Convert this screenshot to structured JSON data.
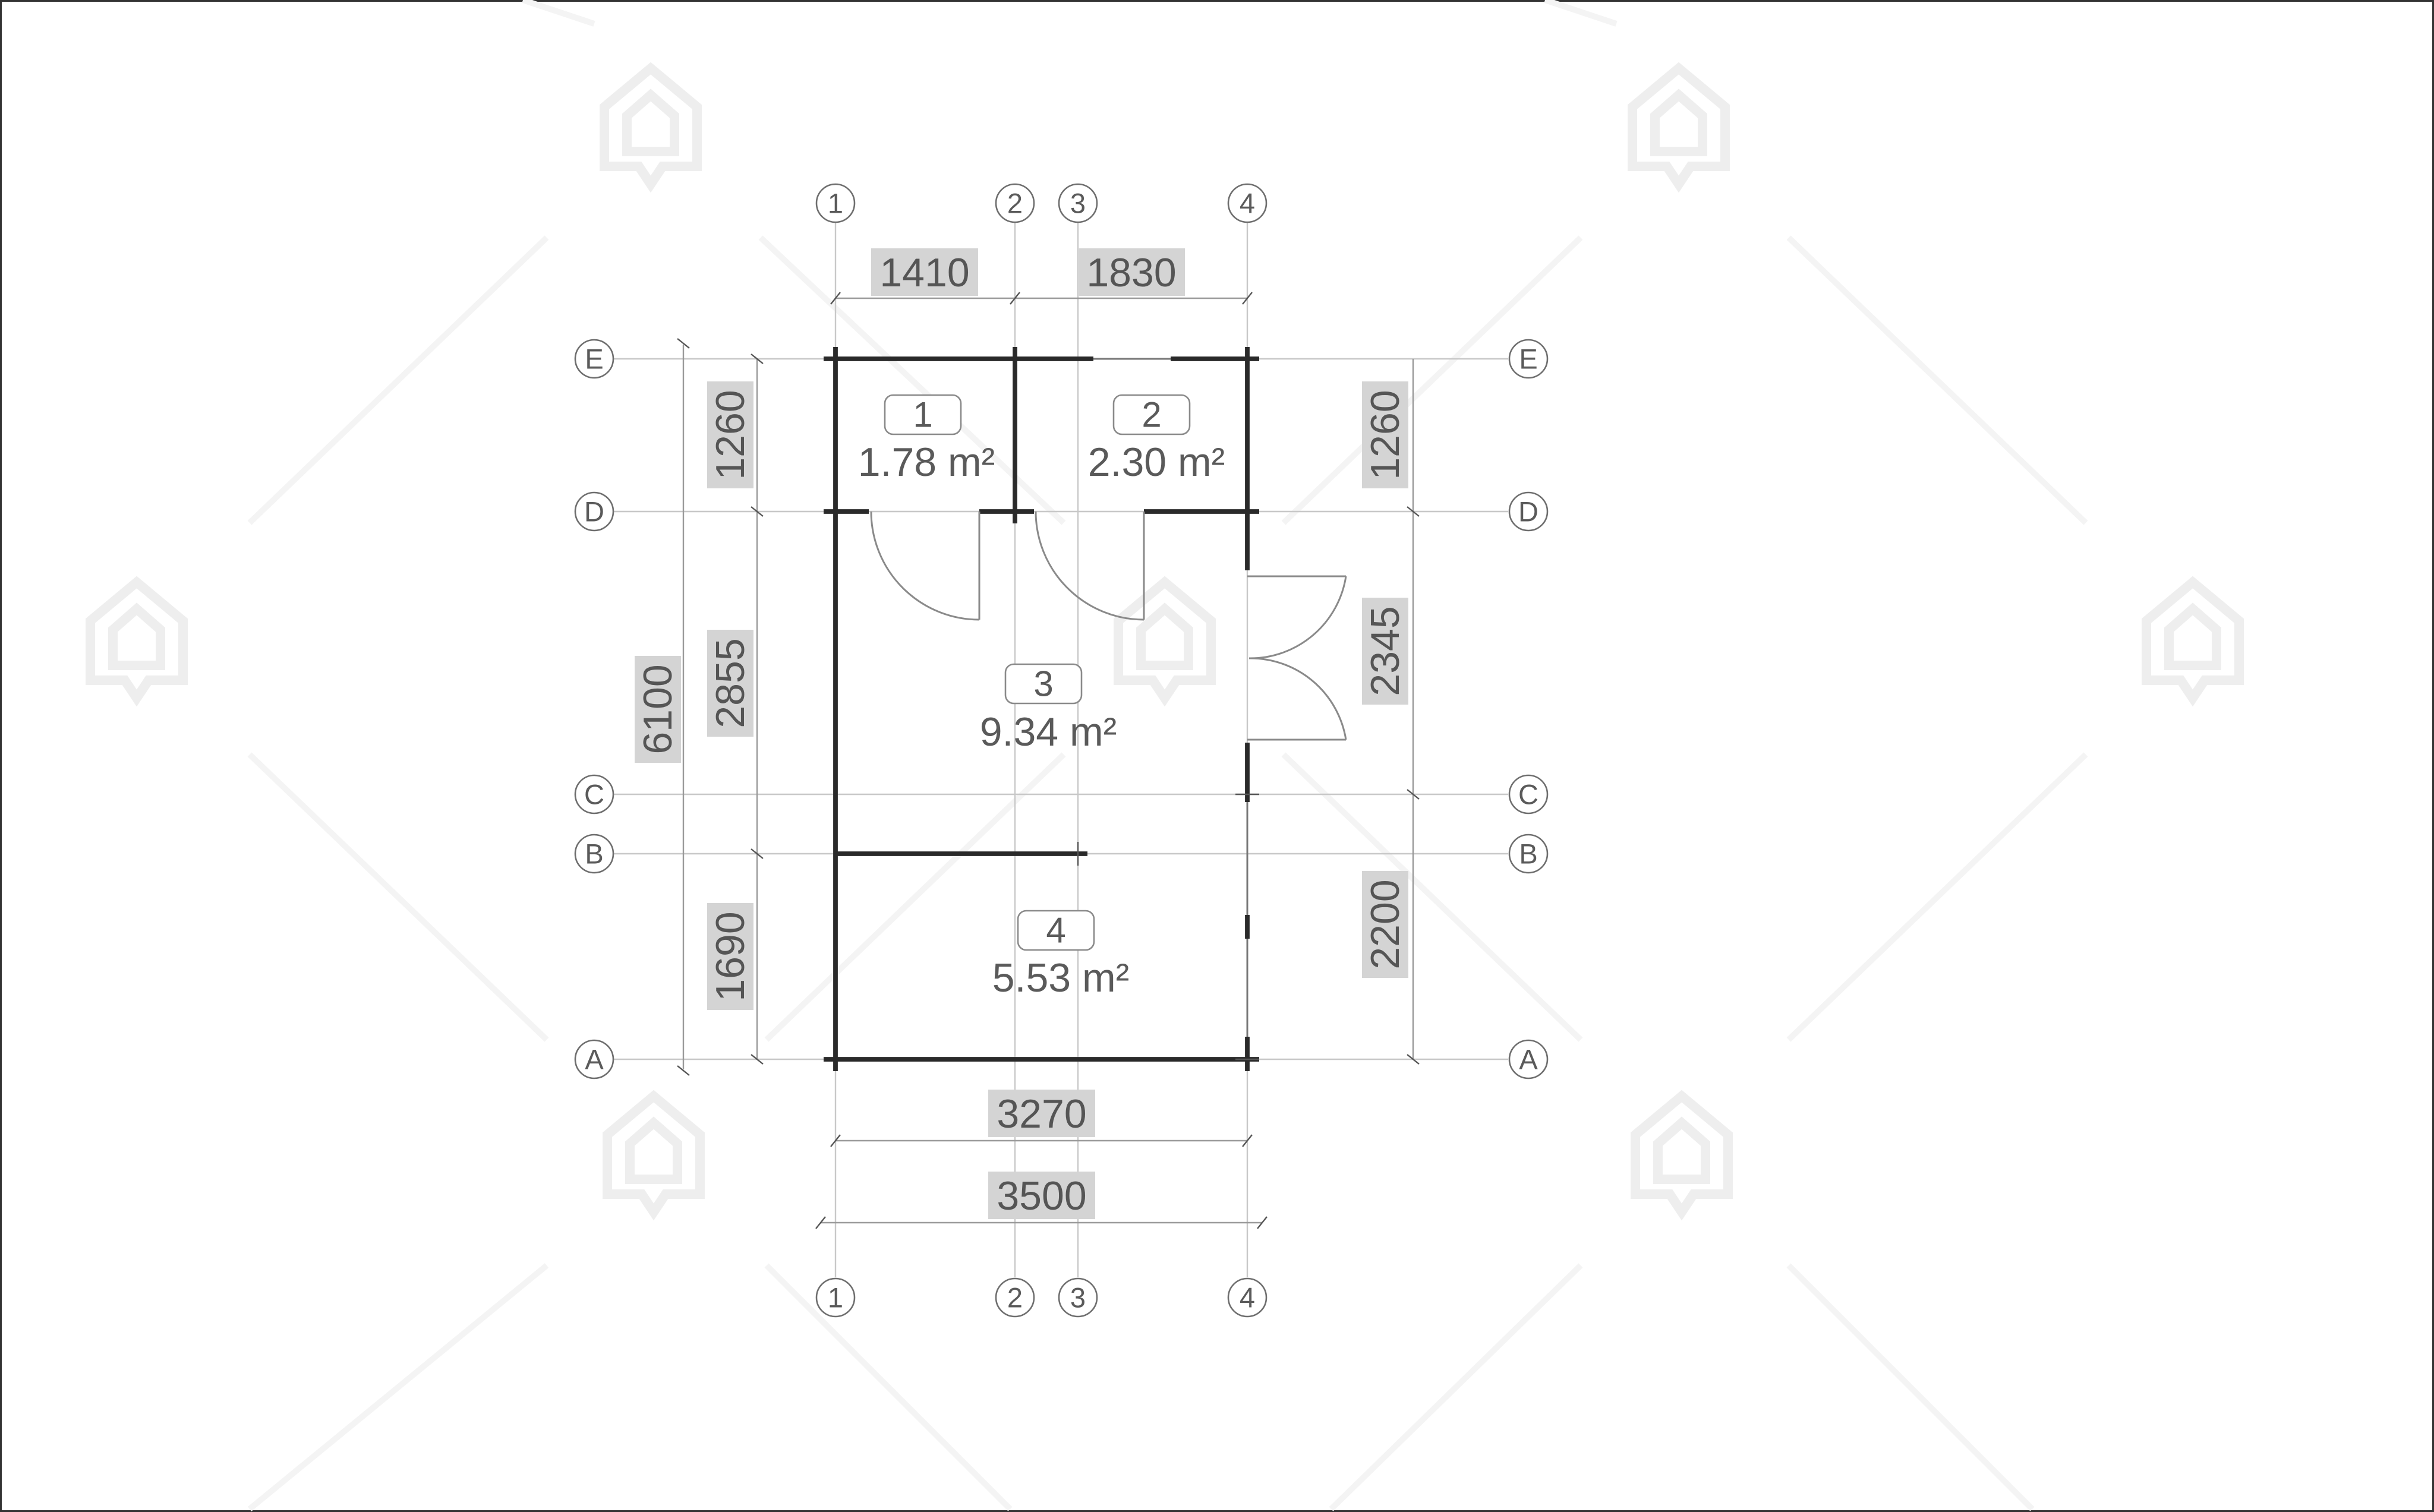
{
  "grid": {
    "columns": [
      "1",
      "2",
      "3",
      "4"
    ],
    "rows": [
      "E",
      "D",
      "C",
      "B",
      "A"
    ]
  },
  "dimensions": {
    "top": [
      "1410",
      "1830"
    ],
    "bottom_inner": "3270",
    "bottom_outer": "3500",
    "left_outer": "6100",
    "left_inner": [
      "1260",
      "2855",
      "1690"
    ],
    "right": [
      "1260",
      "2345",
      "2200"
    ]
  },
  "rooms": [
    {
      "number": "1",
      "area": "1.78 m²"
    },
    {
      "number": "2",
      "area": "2.30 m²"
    },
    {
      "number": "3",
      "area": "9.34 m²"
    },
    {
      "number": "4",
      "area": "5.53 m²"
    }
  ],
  "colors": {
    "wall": "#2a2a2a",
    "grid_line": "#c8c8c8",
    "dimension_label_bg": "#d4d4d4",
    "text": "#5a5a5a",
    "watermark": "#eeeeee"
  },
  "icons": {
    "watermark": "house-logo-icon"
  }
}
